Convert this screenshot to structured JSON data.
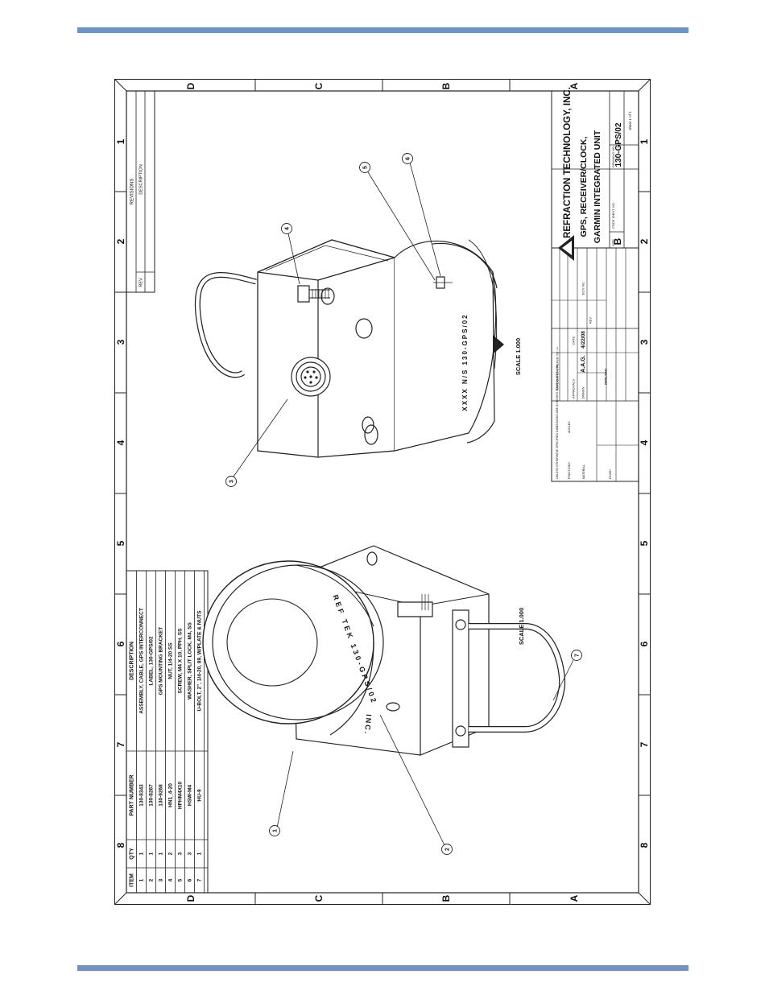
{
  "colors": {
    "rule": "#6f93c4",
    "ink": "#111111"
  },
  "zones": {
    "rows": [
      "D",
      "C",
      "B",
      "A"
    ],
    "cols": [
      "1",
      "2",
      "3",
      "4",
      "5",
      "6",
      "7",
      "8"
    ]
  },
  "revisions": {
    "title": "REVISIONS",
    "rev_header": "REV",
    "desc_header": "DESCRIPTION"
  },
  "bom": {
    "headers": [
      "ITEM",
      "QTY",
      "PART NUMBER",
      "DESCRIPTION"
    ],
    "rows": [
      {
        "item": "1",
        "qty": "1",
        "part": "130-8343",
        "desc": "ASSEMBLY, CABLE, GPS INTERCONNECT"
      },
      {
        "item": "2",
        "qty": "1",
        "part": "130-8267",
        "desc": "LABEL, 130-GPS/02"
      },
      {
        "item": "3",
        "qty": "1",
        "part": "130-9268",
        "desc": "GPS MOUNTING BRACKET"
      },
      {
        "item": "4",
        "qty": "2",
        "part": "HN1_4-20",
        "desc": "NUT, 1/4-20 SS"
      },
      {
        "item": "5",
        "qty": "3",
        "part": "HPHM4X10",
        "desc": "SCREW, M4 X 10, PPH, SS"
      },
      {
        "item": "6",
        "qty": "3",
        "part": "HSW-M4",
        "desc": "WASHER, SPLIT LOCK, M4, SS"
      },
      {
        "item": "7",
        "qty": "1",
        "part": "HU-9",
        "desc": "U-BOLT, 2\", 1/4-20, 89, W/PLATE & NUTS"
      }
    ]
  },
  "title_block": {
    "company": "REFRACTION TECHNOLOGY, INC.",
    "title_line1": "GPS, RECEIVER/CLOCK,",
    "title_line2": "GARMIN INTEGRATED UNIT",
    "size_label": "SIZE",
    "size": "B",
    "code_label": "CODE IDENT NO.",
    "dwg_label": "DRAWING NO.",
    "drawing_no": "130-GPS/02",
    "sheet": "sheet 1 of 1",
    "application_label": "APPLICATION, REFER TO >>",
    "date_label": "DATE",
    "approvals_label": "APPROVALS",
    "drawn_label": "DRAWN",
    "drawn_by": "A.A.G.",
    "drawn_date": "4/22/08",
    "rev_label": "REV",
    "ecn_label": "ECN NO.",
    "unless_note": "UNLESS OTHERWISE SPECIFIED DIMENSIONS ARE IN INCHES TOLERANCES ARE:",
    "fractions_label": "FRACTIONS",
    "angles_label": "ANGLES",
    "material_label": "MATERIAL",
    "finish_label": "FINISH",
    "drawn_stamp": "DWG.SGN"
  },
  "views": {
    "scale_top": "SCALE 1.000",
    "scale_bottom": "SCALE 1.000"
  },
  "callouts": [
    "1",
    "2",
    "3",
    "4",
    "5",
    "6",
    "7"
  ],
  "label_text": {
    "bottom_ring": "REF TEK 130-GPS/02",
    "bottom_ring_end": "INC.",
    "top_ring": "XXXX N/S 130-GPS/02"
  }
}
